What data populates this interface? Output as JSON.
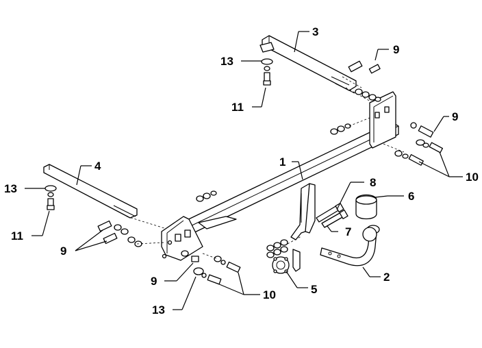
{
  "diagram": {
    "labels": [
      {
        "id": "label-1",
        "text": "1"
      },
      {
        "id": "label-2",
        "text": "2"
      },
      {
        "id": "label-3",
        "text": "3"
      },
      {
        "id": "label-4",
        "text": "4"
      },
      {
        "id": "label-5",
        "text": "5"
      },
      {
        "id": "label-6",
        "text": "6"
      },
      {
        "id": "label-7",
        "text": "7"
      },
      {
        "id": "label-8",
        "text": "8"
      },
      {
        "id": "label-9-top",
        "text": "9"
      },
      {
        "id": "label-9-right",
        "text": "9"
      },
      {
        "id": "label-9-left",
        "text": "9"
      },
      {
        "id": "label-9-bottom",
        "text": "9"
      },
      {
        "id": "label-10-right",
        "text": "10"
      },
      {
        "id": "label-10-bottom",
        "text": "10"
      },
      {
        "id": "label-11-top",
        "text": "11"
      },
      {
        "id": "label-11-left",
        "text": "11"
      },
      {
        "id": "label-13-top",
        "text": "13"
      },
      {
        "id": "label-13-left",
        "text": "13"
      },
      {
        "id": "label-13-bottom",
        "text": "13"
      }
    ]
  }
}
